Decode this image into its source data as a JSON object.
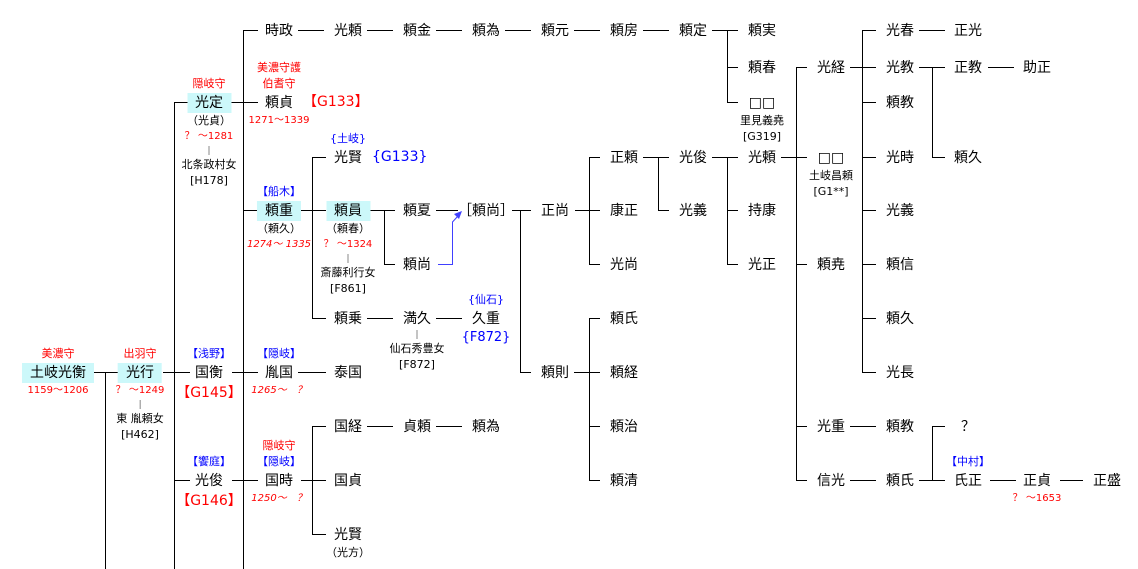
{
  "nodes": [
    {
      "name": "土岐光衡",
      "hl": true,
      "above": [
        {
          "t": "美濃守",
          "r": "title"
        }
      ],
      "below": [
        {
          "t": "1159〜1206",
          "r": "dates"
        }
      ]
    },
    {
      "name": "光行",
      "hl": true,
      "above": [
        {
          "t": "出羽守",
          "r": "title"
        }
      ],
      "below": [
        {
          "t": "？ 〜1249",
          "r": "dates"
        },
        {
          "t": "東 胤頼女",
          "r": "spouse"
        },
        {
          "t": "[H462]",
          "r": "code"
        }
      ]
    },
    {
      "name": "光定",
      "hl": true,
      "above": [
        {
          "t": "隠岐守",
          "r": "title"
        }
      ],
      "below": [
        {
          "t": "（光貞）",
          "r": "paren"
        },
        {
          "t": "？ 〜1281",
          "r": "dates"
        },
        {
          "t": "北条政村女",
          "r": "spouse"
        },
        {
          "t": "[H178]",
          "r": "code"
        }
      ]
    },
    {
      "name": "国衡",
      "above": [
        {
          "t": "【浅野】",
          "r": "clan"
        }
      ],
      "below": [
        {
          "t": "【G145】",
          "r": "gcode"
        }
      ]
    },
    {
      "name": "光俊",
      "above": [
        {
          "t": "【饗庭】",
          "r": "clan"
        }
      ],
      "below": [
        {
          "t": "【G146】",
          "r": "gcode"
        }
      ]
    },
    {
      "name": "時政"
    },
    {
      "name": "頼貞",
      "above": [
        {
          "t": "美濃守護",
          "r": "title"
        },
        {
          "t": "伯耆守",
          "r": "title"
        }
      ],
      "below": [
        {
          "t": "1271〜1339",
          "r": "dates"
        }
      ],
      "side": {
        "t": "【G133】",
        "r": "gcode"
      }
    },
    {
      "name": "頼重",
      "hl": true,
      "above": [
        {
          "t": "【船木】",
          "r": "clan"
        }
      ],
      "below": [
        {
          "t": "（頼久）",
          "r": "paren"
        },
        {
          "t": "1274〜 1335",
          "r": "datesit"
        }
      ]
    },
    {
      "name": "胤国",
      "above": [
        {
          "t": "【隠岐】",
          "r": "clan"
        }
      ],
      "below": [
        {
          "t": "1265〜　？",
          "r": "datesit"
        }
      ]
    },
    {
      "name": "国時",
      "above": [
        {
          "t": "隠岐守",
          "r": "title"
        },
        {
          "t": "【隠岐】",
          "r": "clan"
        }
      ],
      "below": [
        {
          "t": "1250〜　？",
          "r": "datesit"
        }
      ]
    },
    {
      "name": "光頼"
    },
    {
      "name": "頼金"
    },
    {
      "name": "頼為"
    },
    {
      "name": "頼元"
    },
    {
      "name": "頼房"
    },
    {
      "name": "頼定"
    },
    {
      "name": "頼実"
    },
    {
      "name": "頼春"
    },
    {
      "name": "□□",
      "below": [
        {
          "t": "里見義堯",
          "r": "paren"
        },
        {
          "t": "[G319]",
          "r": "code"
        }
      ]
    },
    {
      "name": "光賢",
      "above": [
        {
          "t": "{土岐}",
          "r": "clan"
        }
      ],
      "side": {
        "t": "{G133}",
        "r": "bcode"
      }
    },
    {
      "name": "頼員",
      "hl": true,
      "below": [
        {
          "t": "（頼春）",
          "r": "paren"
        },
        {
          "t": "？ 〜1324",
          "r": "dates"
        },
        {
          "t": "斎藤利行女",
          "r": "spouse"
        },
        {
          "t": "[F861]",
          "r": "code"
        }
      ]
    },
    {
      "name": "頼夏"
    },
    {
      "name": "頼尚"
    },
    {
      "name": "［頼尚］"
    },
    {
      "name": "頼乗"
    },
    {
      "name": "満久",
      "below": [
        {
          "t": "仙石秀豊女",
          "r": "spouse"
        },
        {
          "t": "[F872]",
          "r": "code"
        }
      ]
    },
    {
      "name": "久重",
      "above": [
        {
          "t": "{仙石}",
          "r": "clan"
        }
      ],
      "below": [
        {
          "t": "{F872}",
          "r": "bcode"
        }
      ]
    },
    {
      "name": "泰国"
    },
    {
      "name": "国経"
    },
    {
      "name": "貞頼"
    },
    {
      "name": "頼為"
    },
    {
      "name": "国貞"
    },
    {
      "name": "光賢",
      "below": [
        {
          "t": "（光方）",
          "r": "paren"
        }
      ]
    },
    {
      "name": "正尚"
    },
    {
      "name": "頼則"
    },
    {
      "name": "正頼"
    },
    {
      "name": "康正"
    },
    {
      "name": "光尚"
    },
    {
      "name": "頼氏"
    },
    {
      "name": "頼経"
    },
    {
      "name": "頼治"
    },
    {
      "name": "頼清"
    },
    {
      "name": "光俊"
    },
    {
      "name": "光義"
    },
    {
      "name": "光頼"
    },
    {
      "name": "持康"
    },
    {
      "name": "光正"
    },
    {
      "name": "光経"
    },
    {
      "name": "□□",
      "below": [
        {
          "t": "土岐昌頼",
          "r": "paren"
        },
        {
          "t": "[G1**]",
          "r": "code"
        }
      ]
    },
    {
      "name": "頼尭"
    },
    {
      "name": "光重"
    },
    {
      "name": "信光"
    },
    {
      "name": "光春"
    },
    {
      "name": "光教"
    },
    {
      "name": "頼教"
    },
    {
      "name": "光時"
    },
    {
      "name": "光義"
    },
    {
      "name": "頼信"
    },
    {
      "name": "頼久"
    },
    {
      "name": "光長"
    },
    {
      "name": "頼教"
    },
    {
      "name": "頼氏"
    },
    {
      "name": "正光"
    },
    {
      "name": "正教"
    },
    {
      "name": "頼久"
    },
    {
      "name": "？"
    },
    {
      "name": "氏正",
      "above": [
        {
          "t": "【中村】",
          "r": "clan"
        }
      ]
    },
    {
      "name": "助正"
    },
    {
      "name": "正貞",
      "below": [
        {
          "t": "？ 〜1653",
          "r": "dates"
        }
      ]
    },
    {
      "name": "正盛"
    }
  ],
  "colors": {
    "highlight": "#ccf8fa",
    "title": "#ff0000",
    "clan": "#0000ff",
    "arrow": "#4040ff"
  }
}
